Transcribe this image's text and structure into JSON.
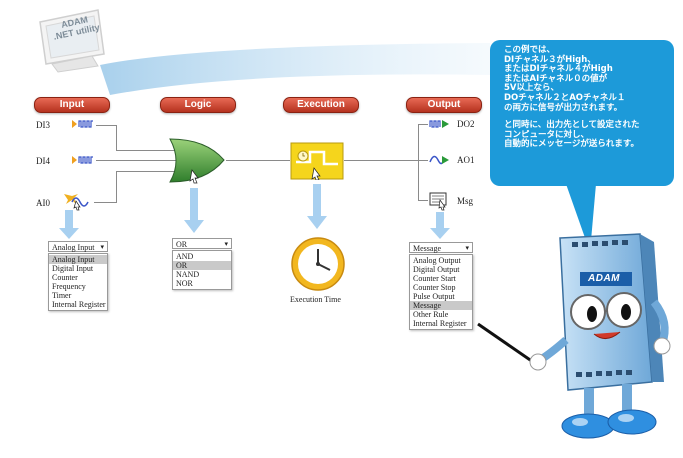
{
  "monitor": {
    "line1": "ADAM",
    "line2": ".NET utility"
  },
  "stages": {
    "input": "Input",
    "logic": "Logic",
    "execution": "Execution",
    "output": "Output"
  },
  "inputs": {
    "di3": "DI3",
    "di4": "DI4",
    "ai0": "AI0"
  },
  "outputs": {
    "do2": "DO2",
    "ao1": "AO1",
    "msg": "Msg"
  },
  "input_dropdown": {
    "selected": "Analog Input",
    "options": [
      "Analog Input",
      "Digital Input",
      "Counter",
      "Frequency",
      "Timer",
      "Internal Register"
    ],
    "highlighted_index": 0
  },
  "logic_dropdown": {
    "selected": "OR",
    "options": [
      "AND",
      "OR",
      "NAND",
      "NOR"
    ],
    "highlighted_index": 1
  },
  "output_dropdown": {
    "selected": "Message",
    "options": [
      "Analog Output",
      "Digital Output",
      "Counter Start",
      "Counter Stop",
      "Pulse Output",
      "Message",
      "Other Rule",
      "Internal Register"
    ],
    "highlighted_index": 5
  },
  "execution_time_label": "Execution Time",
  "bubble": {
    "lines_a": [
      "この例では、",
      "DIチャネル３がHigh、",
      "またはDIチャネル４がHigh",
      "またはAIチャネル０の値が",
      "5V以上なら、",
      "DOチャネル２とAOチャネル１",
      "の両方に信号が出力されます。"
    ],
    "lines_b": [
      "と同時に、出力先として設定された",
      "コンピュータに対し、",
      "自動的にメッセージが送られます。"
    ]
  },
  "mascot": {
    "logo": "ADAM"
  },
  "colors": {
    "pill": "#c83d25",
    "bubble": "#1d9ad9",
    "gate": "#3c8f3a",
    "exec": "#f2d21a",
    "mascot": "#9ec9ec"
  }
}
